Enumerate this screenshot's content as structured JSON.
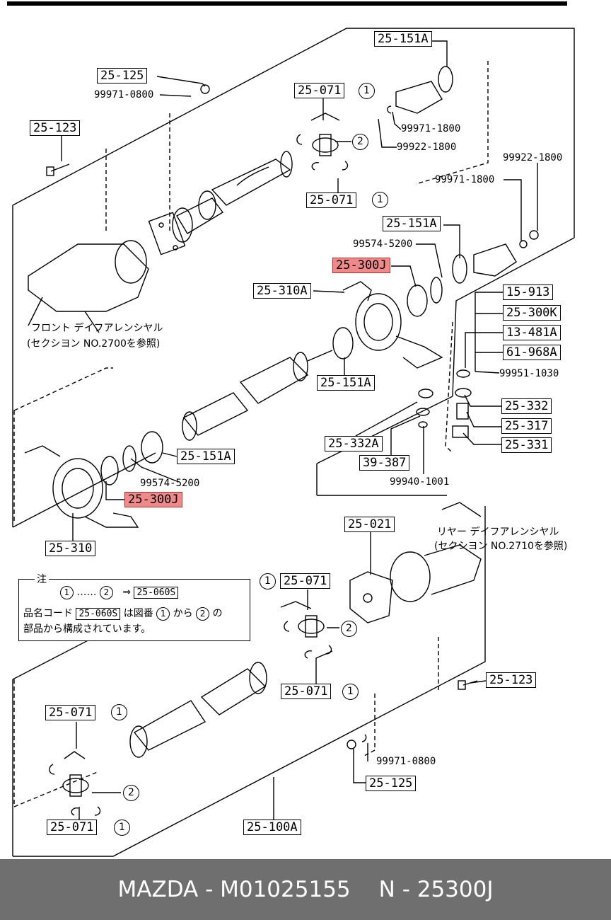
{
  "labels": {
    "top_151a": "25-151A",
    "top_125": "25-125",
    "top_123": "25-123",
    "top_071a": "25-071",
    "top_071b": "25-071",
    "mid_151a": "25-151A",
    "hl_300j_top": "25-300J",
    "mid_310a": "25-310A",
    "r_913": "15-913",
    "r_300k": "25-300K",
    "r_481a": "13-481A",
    "r_968a": "61-968A",
    "c_151a": "25-151A",
    "r_332": "25-332",
    "r_317": "25-317",
    "r_331": "25-331",
    "c_332a": "25-332A",
    "c_387": "39-387",
    "l_151a": "25-151A",
    "hl_300j_bot": "25-300J",
    "l_310": "25-310",
    "b_021": "25-021",
    "b_071a": "25-071",
    "b_071b": "25-071",
    "b_123": "25-123",
    "b_071c": "25-071",
    "b_071d": "25-071",
    "b_125": "25-125",
    "b_100a": "25-100A"
  },
  "part_numbers": {
    "p_0800_top": "99971-0800",
    "p_1800_a": "99971-1800",
    "p_1800_b": "99922-1800",
    "p_1800_c": "99922-1800",
    "p_1800_d": "99971-1800",
    "p_5200_top": "99574-5200",
    "p_1030": "99951-1030",
    "p_5200_bot": "99574-5200",
    "p_1001": "99940-1001",
    "p_0800_bot": "99971-0800"
  },
  "callouts": {
    "c1_top_a": "1",
    "c2_top": "2",
    "c1_top_b": "1",
    "c1_bot_a": "1",
    "c2_bot_a": "2",
    "c1_bot_b": "1",
    "c1_bot_c": "1",
    "c2_bot_b": "2",
    "c1_bot_d": "1"
  },
  "front_diff": {
    "line1": "フロント デイフアレンシヤル",
    "line2": "(セクシヨン NO.2700を参照)"
  },
  "rear_diff": {
    "line1": "リヤー デイフアレンシヤル",
    "line2": "(セクシヨン NO.2710を参照)"
  },
  "note_box": {
    "title": "注",
    "c1": "1",
    "dots": "……",
    "c2": "2",
    "arrow": "⇒",
    "ref": "25-060S",
    "line2_pre": "品名コード",
    "line2_ref": "25-060S",
    "line2_mid": "は図番",
    "line2_c1": "1",
    "line2_from": "から",
    "line2_c2": "2",
    "line2_post": "の",
    "line3": "部品から構成されています。"
  },
  "footer": {
    "brand": "MAZDA - M01025155",
    "part": "N - 25300J"
  },
  "colors": {
    "highlight": "#f08a8a",
    "footer_bg": "#6f6f6f"
  }
}
